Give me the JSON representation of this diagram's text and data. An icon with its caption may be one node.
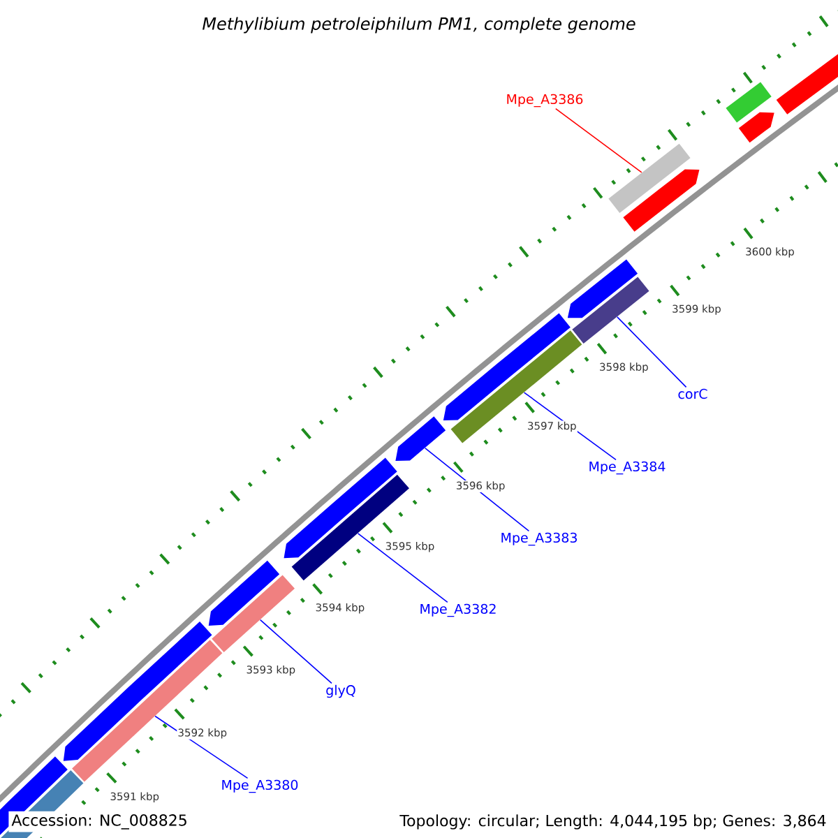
{
  "diagram": {
    "title": "Methylibium petroleiphilum PM1, complete genome",
    "nodes": [
      {
        "text": [
          "Mpe_A3386"
        ]
      },
      {
        "text": [],
        "shape": "bar"
      },
      {
        "text": [],
        "shape": "arrow"
      },
      {
        "text": [],
        "shape": "arrow"
      },
      {
        "text": [],
        "shape": "bar"
      },
      {
        "text": [],
        "shape": "arrow"
      },
      {
        "text": [],
        "shape": "arrow"
      },
      {
        "text": [],
        "shape": "bar"
      },
      {
        "text": [
          "corC"
        ]
      },
      {
        "text": [],
        "shape": "arrow"
      },
      {
        "text": [],
        "shape": "bar"
      },
      {
        "text": [
          "Mpe_A3384"
        ]
      },
      {
        "text": [],
        "shape": "arrow"
      },
      {
        "text": [
          "Mpe_A3383"
        ]
      },
      {
        "text": [],
        "shape": "arrow"
      },
      {
        "text": [],
        "shape": "bar"
      },
      {
        "text": [
          "Mpe_A3382"
        ]
      },
      {
        "text": [],
        "shape": "arrow"
      },
      {
        "text": [],
        "shape": "bar"
      },
      {
        "text": [
          "glyQ"
        ]
      },
      {
        "text": [],
        "shape": "arrow"
      },
      {
        "text": [],
        "shape": "bar"
      },
      {
        "text": [
          "Mpe_A3380"
        ]
      },
      {
        "text": [],
        "shape": "arrow"
      },
      {
        "text": [],
        "shape": "bar"
      }
    ],
    "edges": [
      {
        "from": 0,
        "to": 4,
        "arrow": "none",
        "color": "#ff0000"
      },
      {
        "from": 8,
        "to": 7,
        "arrow": "none"
      },
      {
        "from": 11,
        "to": 10,
        "arrow": "none"
      },
      {
        "from": 13,
        "to": 12,
        "arrow": "none"
      },
      {
        "from": 16,
        "to": 15,
        "arrow": "none"
      },
      {
        "from": 19,
        "to": 18,
        "arrow": "none"
      },
      {
        "from": 22,
        "to": 21,
        "arrow": "none"
      }
    ],
    "labels": [
      "3600 kbp",
      "3599 kbp",
      "3598 kbp",
      "3597 kbp",
      "3596 kbp",
      "3595 kbp",
      "3594 kbp",
      "3593 kbp",
      "3592 kbp",
      "3591 kbp",
      "Accession: NC_008825",
      "Topology: circular; Length: 4,044,195 bp; Genes: 3,864"
    ]
  }
}
